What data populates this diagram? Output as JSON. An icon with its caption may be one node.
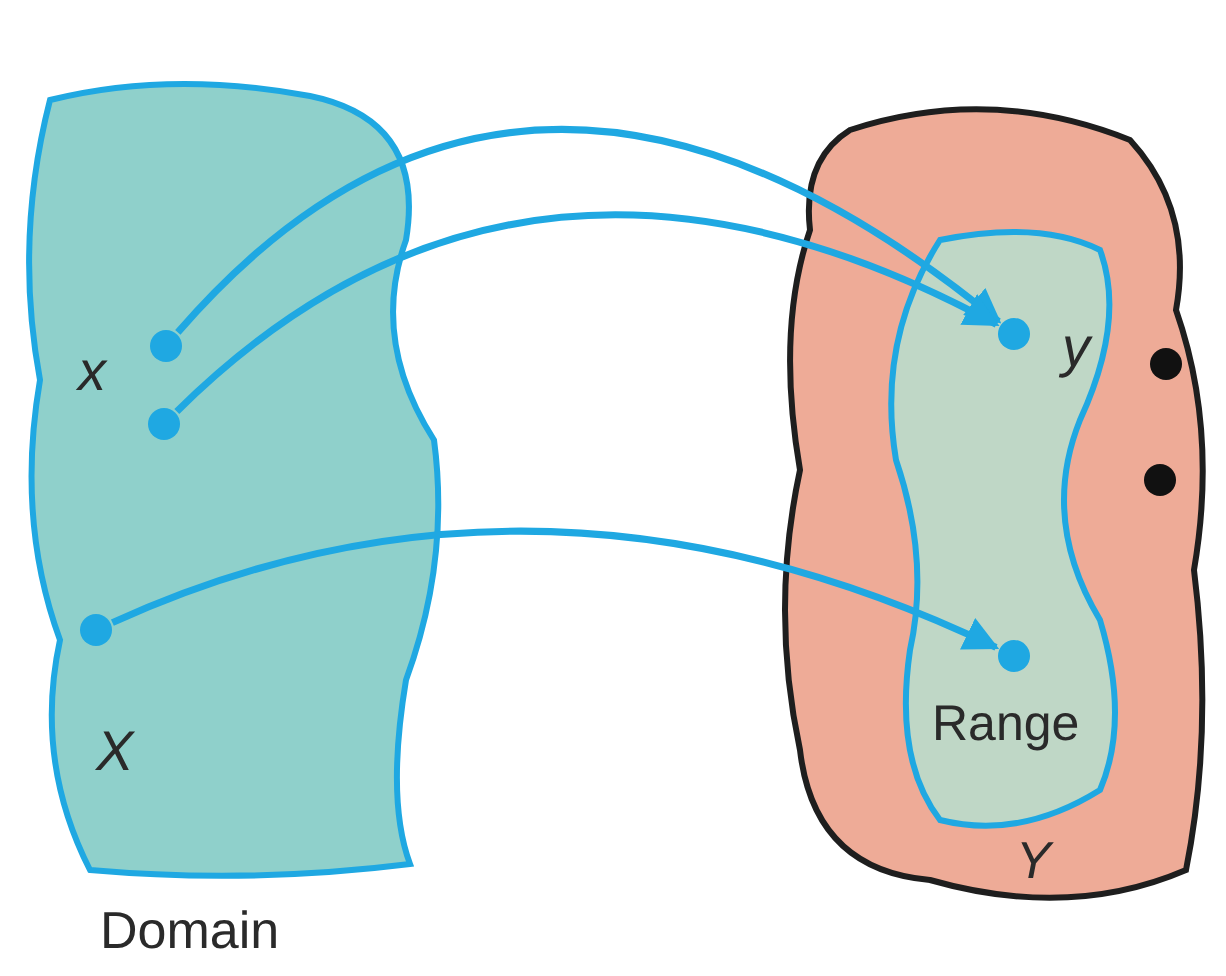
{
  "diagram": {
    "nodes": [
      {
        "text": [
          "X"
        ],
        "beside": [
          "Domain"
        ]
      },
      {
        "text": [],
        "shape": "circle",
        "in": 0,
        "beside": [
          "x"
        ]
      },
      {
        "text": [],
        "shape": "circle",
        "in": 0
      },
      {
        "text": [],
        "shape": "circle",
        "in": 0
      },
      {
        "text": [
          "Y"
        ]
      },
      {
        "text": [
          "Range"
        ],
        "in": 4
      },
      {
        "text": [],
        "shape": "circle",
        "in": 5,
        "beside": [
          "y"
        ]
      },
      {
        "text": [],
        "shape": "circle",
        "in": 5
      },
      {
        "text": [],
        "shape": "circle",
        "in": 4
      },
      {
        "text": [],
        "shape": "circle",
        "in": 4
      }
    ],
    "edges": [
      {
        "from": 1,
        "to": 6,
        "arrow": "to"
      },
      {
        "from": 2,
        "to": 6,
        "arrow": "to"
      },
      {
        "from": 3,
        "to": 7,
        "arrow": "to"
      }
    ]
  }
}
